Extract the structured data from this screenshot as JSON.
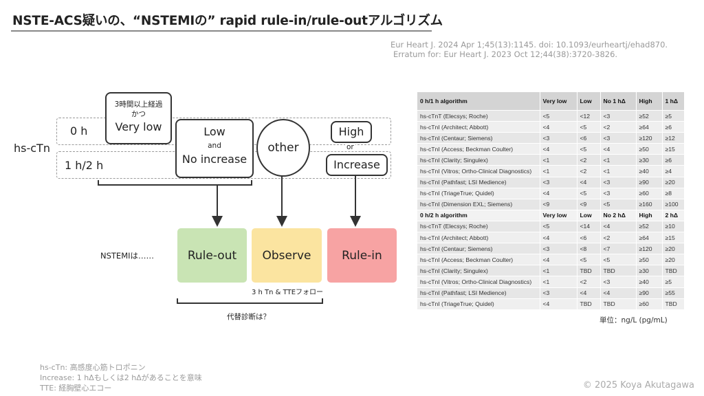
{
  "title": "NSTE-ACS疑いの、“NSTEMIの” rapid rule-in/rule-outアルゴリズム",
  "reference": {
    "line1": "Eur Heart J. 2024 Apr 1;45(13):1145. doi: 10.1093/eurheartj/ehad870.",
    "line2": "Erratum for: Eur Heart J. 2023 Oct 12;44(38):3720-3826."
  },
  "flow": {
    "hs_ctn_label": "hs-cTn",
    "row_0h": "0 h",
    "row_1h2h": "1 h/2 h",
    "very_low_note_line1": "3時間以上経過",
    "very_low_note_line2": "かつ",
    "very_low": "Very low",
    "low": "Low",
    "and": "and",
    "no_increase": "No increase",
    "other": "other",
    "high": "High",
    "or": "or",
    "increase": "Increase",
    "nstemi": "NSTEMIは……",
    "rule_out": "Rule-out",
    "observe": "Observe",
    "rule_in": "Rule-in",
    "observe_note": "3 h Tn & TTEフォロー",
    "alternative": "代替診断は？",
    "colors": {
      "rule_out": "#c9e4b4",
      "observe": "#fbe4a0",
      "rule_in": "#f7a3a3"
    }
  },
  "table": {
    "sections": [
      {
        "header": [
          "0 h/1 h algorithm",
          "Very low",
          "Low",
          "No 1 hΔ",
          "High",
          "1 hΔ"
        ],
        "rows": [
          [
            "hs-cTnT (Elecsys; Roche)",
            "<5",
            "<12",
            "<3",
            "≥52",
            "≥5"
          ],
          [
            "hs-cTnI (Architect; Abbott)",
            "<4",
            "<5",
            "<2",
            "≥64",
            "≥6"
          ],
          [
            "hs-cTnI (Centaur; Siemens)",
            "<3",
            "<6",
            "<3",
            "≥120",
            "≥12"
          ],
          [
            "hs-cTnI (Access; Beckman Coulter)",
            "<4",
            "<5",
            "<4",
            "≥50",
            "≥15"
          ],
          [
            "hs-cTnI (Clarity; Singulex)",
            "<1",
            "<2",
            "<1",
            "≥30",
            "≥6"
          ],
          [
            "hs-cTnI (Vitros; Ortho-Clinical Diagnostics)",
            "<1",
            "<2",
            "<1",
            "≥40",
            "≥4"
          ],
          [
            "hs-cTnI (Pathfast; LSI Medience)",
            "<3",
            "<4",
            "<3",
            "≥90",
            "≥20"
          ],
          [
            "hs-cTnI (TriageTrue; Quidel)",
            "<4",
            "<5",
            "<3",
            "≥60",
            "≥8"
          ],
          [
            "hs-cTnI (Dimension EXL; Siemens)",
            "<9",
            "<9",
            "<5",
            "≥160",
            "≥100"
          ]
        ]
      },
      {
        "header": [
          "0 h/2 h algorithm",
          "Very low",
          "Low",
          "No 2 hΔ",
          "High",
          "2 hΔ"
        ],
        "rows": [
          [
            "hs-cTnT (Elecsys; Roche)",
            "<5",
            "<14",
            "<4",
            "≥52",
            "≥10"
          ],
          [
            "hs-cTnI (Architect; Abbott)",
            "<4",
            "<6",
            "<2",
            "≥64",
            "≥15"
          ],
          [
            "hs-cTnI (Centaur; Siemens)",
            "<3",
            "<8",
            "<7",
            "≥120",
            "≥20"
          ],
          [
            "hs-cTnI (Access; Beckman Coulter)",
            "<4",
            "<5",
            "<5",
            "≥50",
            "≥20"
          ],
          [
            "hs-cTnI (Clarity; Singulex)",
            "<1",
            "TBD",
            "TBD",
            "≥30",
            "TBD"
          ],
          [
            "hs-cTnI (Vitros; Ortho-Clinical Diagnostics)",
            "<1",
            "<2",
            "<3",
            "≥40",
            "≥5"
          ],
          [
            "hs-cTnI (Pathfast; LSI Medience)",
            "<3",
            "<4",
            "<4",
            "≥90",
            "≥55"
          ],
          [
            "hs-cTnI (TriageTrue; Quidel)",
            "<4",
            "TBD",
            "TBD",
            "≥60",
            "TBD"
          ]
        ]
      }
    ],
    "unit": "単位：ng/L (pg/mL)"
  },
  "notes": [
    "hs-cTn: 高感度心筋トロポニン",
    "Increase: 1 hΔもしくは2 hΔがあることを意味",
    "TTE: 経胸壁心エコー"
  ],
  "copyright": "© 2025 Koya Akutagawa"
}
